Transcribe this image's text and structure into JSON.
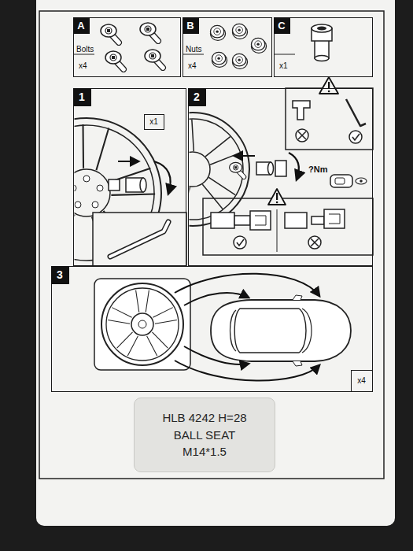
{
  "diagram": {
    "nodes": [
      {
        "text": [
          "A",
          "Bolts",
          "x4"
        ]
      },
      {
        "text": [
          "B",
          "Nuts",
          "x4"
        ]
      },
      {
        "text": [
          "C",
          "x1"
        ]
      },
      {
        "text": [
          "1"
        ]
      },
      {
        "text": [
          "x1"
        ],
        "in": 3
      },
      {
        "text": [
          "2",
          "?Nm"
        ]
      },
      {
        "text": [
          "3"
        ]
      },
      {
        "text": [
          "x4"
        ],
        "in": 6
      },
      {
        "text": [
          "HLB 4242 H=28",
          "BALL SEAT",
          "M14*1.5"
        ]
      }
    ]
  }
}
